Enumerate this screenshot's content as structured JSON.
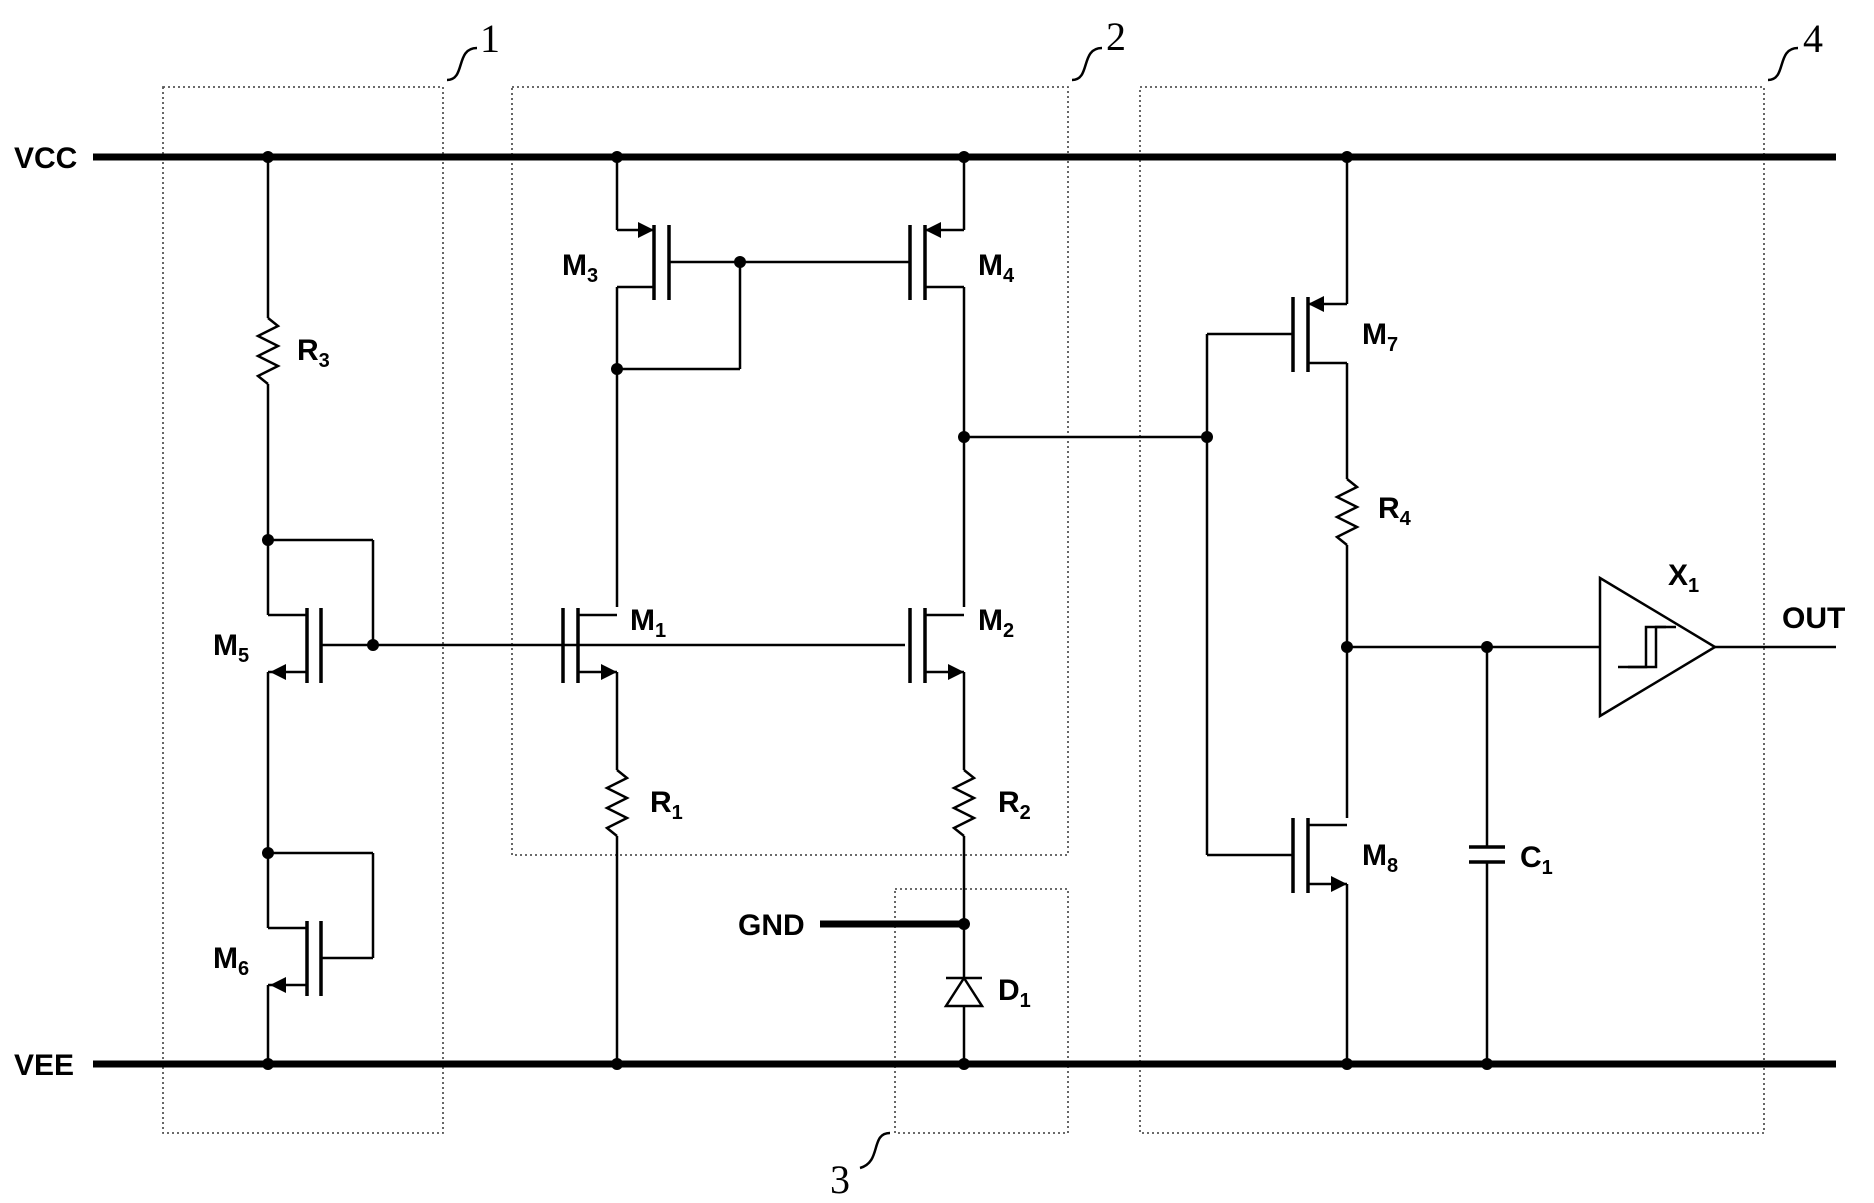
{
  "rails": {
    "vcc": "VCC",
    "vee": "VEE",
    "gnd": "GND",
    "out": "OUT"
  },
  "blocks": [
    "1",
    "2",
    "3",
    "4"
  ],
  "components": {
    "m1": {
      "name": "M",
      "sub": "1"
    },
    "m2": {
      "name": "M",
      "sub": "2"
    },
    "m3": {
      "name": "M",
      "sub": "3"
    },
    "m4": {
      "name": "M",
      "sub": "4"
    },
    "m5": {
      "name": "M",
      "sub": "5"
    },
    "m6": {
      "name": "M",
      "sub": "6"
    },
    "m7": {
      "name": "M",
      "sub": "7"
    },
    "m8": {
      "name": "M",
      "sub": "8"
    },
    "r1": {
      "name": "R",
      "sub": "1"
    },
    "r2": {
      "name": "R",
      "sub": "2"
    },
    "r3": {
      "name": "R",
      "sub": "3"
    },
    "r4": {
      "name": "R",
      "sub": "4"
    },
    "c1": {
      "name": "C",
      "sub": "1"
    },
    "d1": {
      "name": "D",
      "sub": "1"
    },
    "x1": {
      "name": "X",
      "sub": "1"
    }
  }
}
